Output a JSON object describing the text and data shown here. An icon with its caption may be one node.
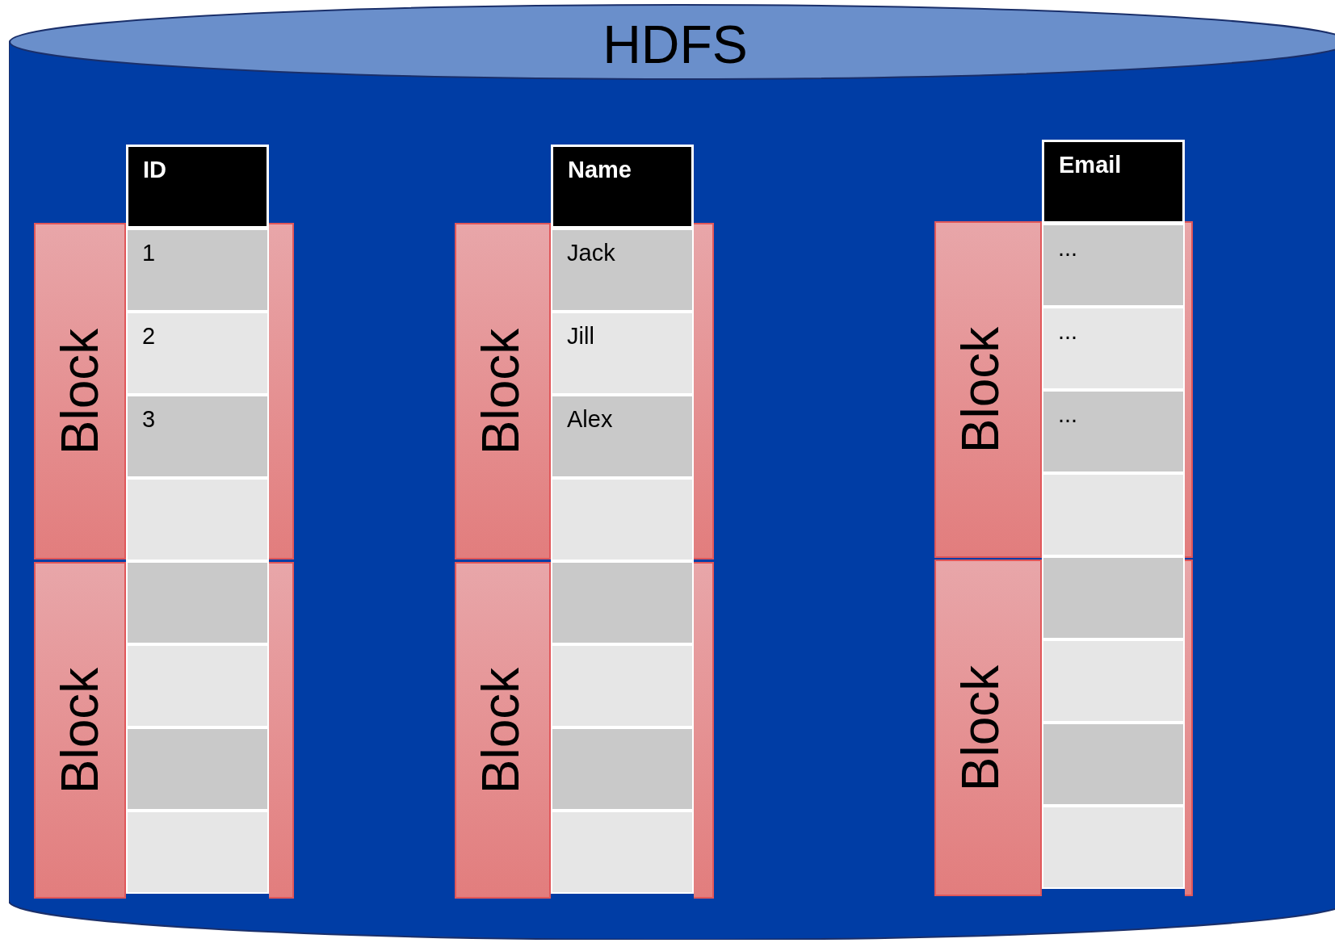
{
  "diagram": {
    "nodes": [
      {
        "text": [
          "HDFS"
        ]
      },
      {
        "text": [
          "Block"
        ],
        "in": 0
      },
      {
        "text": [
          "Block"
        ],
        "in": 0
      },
      {
        "text": [
          "Block"
        ],
        "in": 0
      },
      {
        "text": [
          "Block"
        ],
        "in": 0
      },
      {
        "text": [
          "Block"
        ],
        "in": 0
      },
      {
        "text": [
          "Block"
        ],
        "in": 0
      },
      {
        "text": [
          "ID",
          "1",
          "2",
          "3"
        ],
        "in": 0
      },
      {
        "text": [
          "Name",
          "Jack",
          "Jill",
          "Alex"
        ],
        "in": 0
      },
      {
        "text": [
          "Email",
          "...",
          "...",
          "..."
        ],
        "in": 0
      }
    ]
  }
}
